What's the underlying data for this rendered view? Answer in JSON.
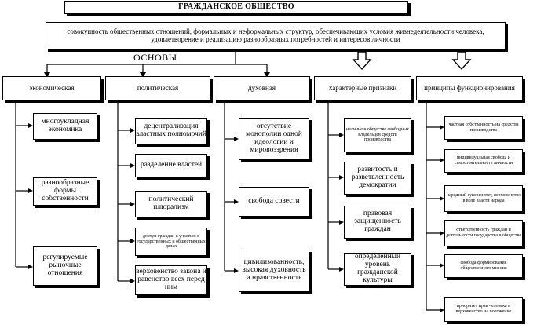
{
  "title": "ГРАЖДАНСКОЕ ОБЩЕСТВО",
  "definition": "совокупность общественных отношений, формальных и неформальных структур, обеспечивающих условия жизнедеятельности человека, удовлетворение и реализацию разнообразных потребностей и интересов личности",
  "basis_label": "ОСНОВЫ",
  "categories": {
    "economic": "экономическая",
    "political": "политическая",
    "spiritual": "духовная",
    "features": "характерные признаки",
    "principles": "принципы функционирования"
  },
  "economic": [
    "многоукладная экономика",
    "разнообразные формы собственности",
    "регулируемые рыночные отношения"
  ],
  "political": [
    "децентрализация властных полномочий",
    "разделение властей",
    "политический плюрализм",
    "доступ граждан к участию в государственных и общественных делах",
    "верховенство закона и равенство всех перед ним"
  ],
  "spiritual": [
    "отсутствие монополии одной идеологии и мировоззрения",
    "свобода совести",
    "цивилизованность, высокая духовность и нравственность"
  ],
  "features": [
    "наличие в обществе свободных владельцев средств производства",
    "развитость и разветвленность демократии",
    "правовая защищенность граждан",
    "определенный уровень гражданской культуры"
  ],
  "principles": [
    "частная собственность на средства производства",
    "индивидуальная свобода и самостоятельность личности",
    "народный суверенитет, верховенство в воле власти народа",
    "ответственность граждан и деятельности государства в обществе",
    "свобода формирования общественного мнения",
    "приоритет прав человека и верховенство на положение"
  ]
}
